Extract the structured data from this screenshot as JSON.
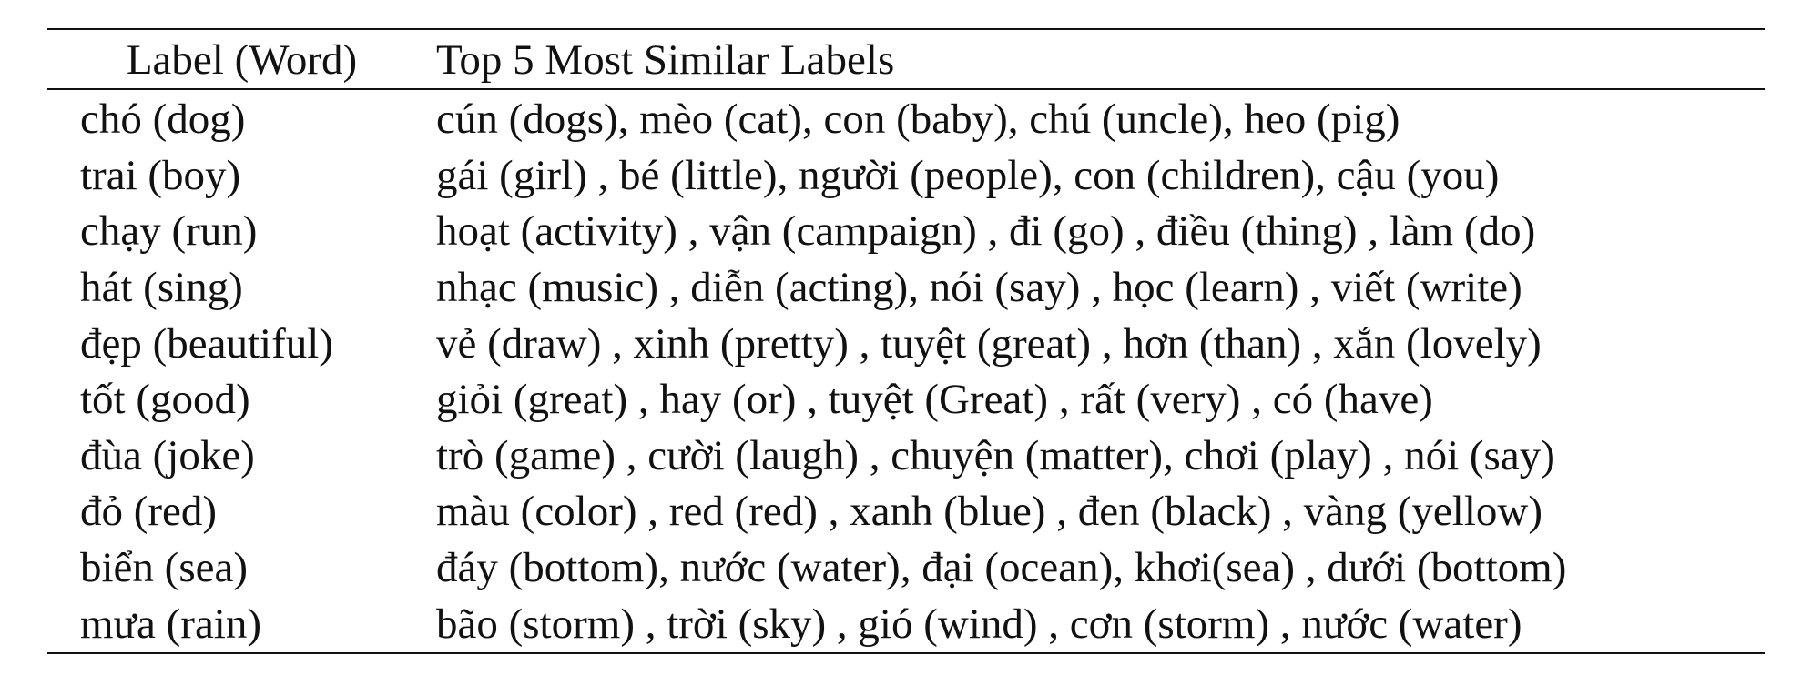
{
  "table": {
    "headers": {
      "label": "Label (Word)",
      "similar": "Top 5 Most Similar Labels"
    },
    "rows": [
      {
        "label": "chó (dog)",
        "similar": "cún (dogs), mèo (cat), con (baby), chú (uncle), heo (pig)"
      },
      {
        "label": "trai (boy)",
        "similar": "gái (girl) , bé (little), người (people), con (children), cậu (you)"
      },
      {
        "label": "chạy (run)",
        "similar": "hoạt (activity) , vận (campaign) , đi (go) , điều (thing) , làm (do)"
      },
      {
        "label": "hát (sing)",
        "similar": "nhạc (music) , diễn (acting), nói (say) , học (learn) , viết (write)"
      },
      {
        "label": "đẹp (beautiful)",
        "similar": "vẻ (draw) , xinh (pretty) , tuyệt (great) , hơn (than) , xắn (lovely)"
      },
      {
        "label": "tốt (good)",
        "similar": "giỏi (great) , hay (or) , tuyệt (Great) , rất (very) , có (have)"
      },
      {
        "label": "đùa (joke)",
        "similar": "trò (game) , cười (laugh) , chuyện (matter), chơi (play) , nói (say)"
      },
      {
        "label": "đỏ (red)",
        "similar": "màu (color) , red (red) , xanh (blue) , đen (black) , vàng (yellow)"
      },
      {
        "label": "biển (sea)",
        "similar": "đáy (bottom), nước (water), đại (ocean), khơi(sea) , dưới (bottom)"
      },
      {
        "label": "mưa (rain)",
        "similar": "bão (storm) , trời (sky) , gió (wind) , cơn (storm) , nước (water)"
      }
    ]
  }
}
